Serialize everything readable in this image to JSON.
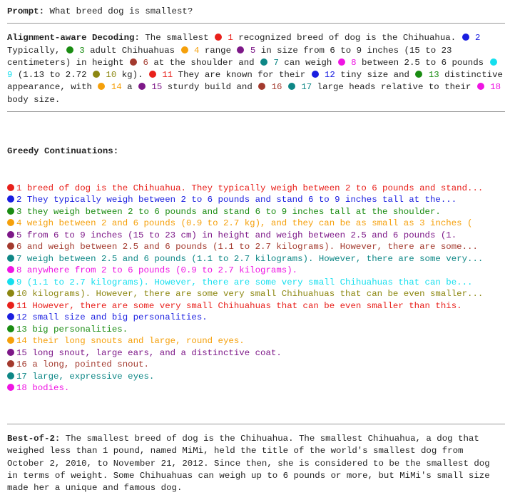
{
  "prompt": {
    "label": "Prompt:",
    "text": " What breed dog is smallest?"
  },
  "alignment": {
    "label": "Alignment-aware Decoding:",
    "segments": [
      {
        "t": " The smallest "
      },
      {
        "i": 1,
        "c": "#e8201b"
      },
      {
        "t": " recognized breed of dog is the Chihuahua. "
      },
      {
        "i": 2,
        "c": "#1a1ee0"
      },
      {
        "t": " Typically, "
      },
      {
        "i": 3,
        "c": "#1a8c12"
      },
      {
        "t": " adult Chihuahuas "
      },
      {
        "i": 4,
        "c": "#f5a00b"
      },
      {
        "t": " range "
      },
      {
        "i": 5,
        "c": "#7d1888"
      },
      {
        "t": " in size from 6 to 9 inches (15 to 23 centimeters) in height "
      },
      {
        "i": 6,
        "c": "#a33a2e"
      },
      {
        "t": " at the shoulder and "
      },
      {
        "i": 7,
        "c": "#0e8786"
      },
      {
        "t": " can weigh "
      },
      {
        "i": 8,
        "c": "#ef14e3"
      },
      {
        "t": " between 2.5 to 6 pounds "
      },
      {
        "i": 9,
        "c": "#15dfee"
      },
      {
        "t": " (1.13 to 2.72 "
      },
      {
        "i": 10,
        "c": "#8c8711"
      },
      {
        "t": " kg). "
      },
      {
        "i": 11,
        "c": "#e8201b"
      },
      {
        "t": " They are known for their "
      },
      {
        "i": 12,
        "c": "#1a1ee0"
      },
      {
        "t": " tiny size and "
      },
      {
        "i": 13,
        "c": "#1a8c12"
      },
      {
        "t": " distinctive appearance, with "
      },
      {
        "i": 14,
        "c": "#f5a00b"
      },
      {
        "t": " a "
      },
      {
        "i": 15,
        "c": "#7d1888"
      },
      {
        "t": " sturdy build and "
      },
      {
        "i": 16,
        "c": "#a33a2e"
      },
      {
        "t": " "
      },
      {
        "i": 17,
        "c": "#0e8786"
      },
      {
        "t": " large heads relative to their "
      },
      {
        "i": 18,
        "c": "#ef14e3"
      },
      {
        "t": " body size."
      }
    ]
  },
  "greedy": {
    "label": "Greedy Continuations:",
    "lines": [
      {
        "n": "1",
        "c": "#e8201b",
        "text": "breed of dog is the Chihuahua. They typically weigh between 2 to 6 pounds and stand..."
      },
      {
        "n": "2",
        "c": "#1a1ee0",
        "text": "They typically weigh between 2 to 6 pounds and stand 6 to 9 inches tall at the..."
      },
      {
        "n": "3",
        "c": "#1a8c12",
        "text": "they weigh between 2 to 6 pounds and stand 6 to 9 inches tall at the shoulder."
      },
      {
        "n": "4",
        "c": "#f5a00b",
        "text": "weigh between 2 and 6 pounds (0.9 to 2.7 kg), and they can be as small as 3 inches ("
      },
      {
        "n": "5",
        "c": "#7d1888",
        "text": "from 6 to 9 inches (15 to 23 cm) in height and weigh between 2.5 and 6 pounds (1."
      },
      {
        "n": "6",
        "c": "#a33a2e",
        "text": "and weigh between 2.5 and 6 pounds (1.1 to 2.7 kilograms). However, there are some..."
      },
      {
        "n": "7",
        "c": "#0e8786",
        "text": "weigh between 2.5 and 6 pounds (1.1 to 2.7 kilograms). However, there are some very..."
      },
      {
        "n": "8",
        "c": "#ef14e3",
        "text": "anywhere from 2 to 6 pounds (0.9 to 2.7 kilograms)."
      },
      {
        "n": "9",
        "c": "#15dfee",
        "text": "(1.1 to 2.7 kilograms). However, there are some very small Chihuahuas that can be..."
      },
      {
        "n": "10",
        "c": "#8c8711",
        "text": "kilograms). However, there are some very small Chihuahuas that can be even smaller..."
      },
      {
        "n": "11",
        "c": "#e8201b",
        "text": "However, there are some very small Chihuahuas that can be even smaller than this."
      },
      {
        "n": "12",
        "c": "#1a1ee0",
        "text": "small size and big personalities."
      },
      {
        "n": "13",
        "c": "#1a8c12",
        "text": "big personalities."
      },
      {
        "n": "14",
        "c": "#f5a00b",
        "text": "their long snouts and large, round eyes."
      },
      {
        "n": "15",
        "c": "#7d1888",
        "text": "long snout, large ears, and a distinctive coat."
      },
      {
        "n": "16",
        "c": "#a33a2e",
        "text": "a long, pointed snout."
      },
      {
        "n": "17",
        "c": "#0e8786",
        "text": "large, expressive eyes."
      },
      {
        "n": "18",
        "c": "#ef14e3",
        "text": "bodies."
      }
    ]
  },
  "bestof": {
    "label": "Best-of-2:",
    "text": " The smallest breed of dog is the Chihuahua. The smallest Chihuahua, a dog that weighed less than 1 pound, named MiMi, held the title of the world's smallest dog from October 2, 2010, to November 21, 2012. Since then, she is considered to be the smallest dog in terms of weight. Some Chihuahuas can weigh up to 6 pounds or more, but MiMi's small size made her a unique and famous dog."
  }
}
